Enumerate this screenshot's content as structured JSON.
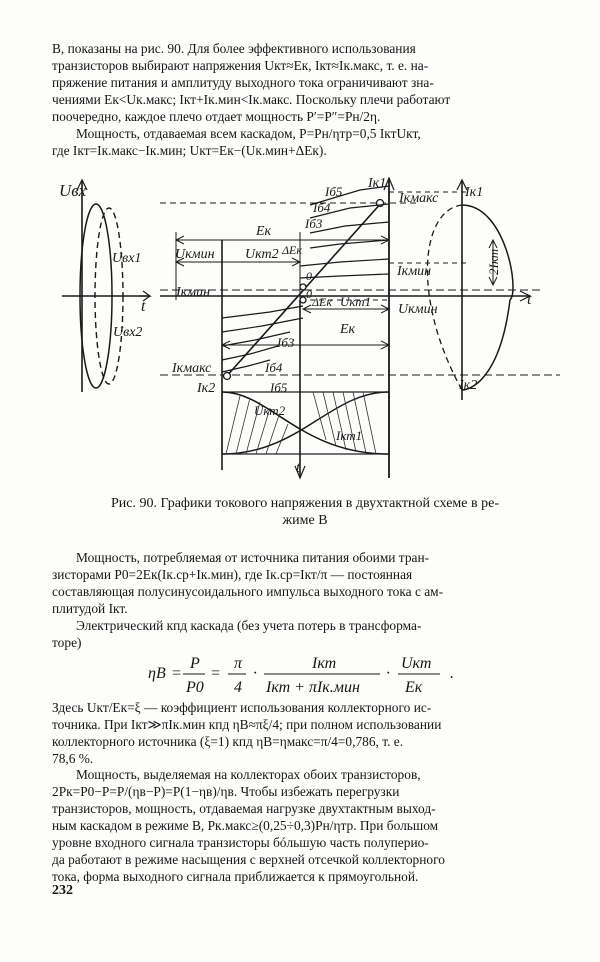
{
  "text_top": {
    "lines": [
      "В, показаны на рис. 90. Для более эффективного использования",
      "транзисторов выбирают напряжения Uкт≈Eк, Iкт≈Iк.макс, т. е. на-",
      "пряжение питания и амплитуду выходного тока ограничивают зна-",
      "чениями Eк<Uк.макс; Iкт+Iк.мин<Iк.макс. Поскольку плечи работают",
      "поочередно, каждое плечо отдает мощность P′=P″=Pн/2η.",
      "Мощность, отдаваемая всем каскадом, P=Pн/ηтр=0,5 IктUкт,",
      "где Iкт=Iк.макс−Iк.мин; Uкт=Eк−(Uк.мин+ΔEк)."
    ]
  },
  "figure": {
    "labels": {
      "u_bx": "Uвх",
      "u_bx1": "Uвх1",
      "u_bx2": "Uвх2",
      "t": "t",
      "i_k1": "Iк1",
      "i_kmaks_top": "Iкмакс",
      "i_b5_top": "Iб5",
      "i_b4_top": "Iб4",
      "i_b3_top": "Iб3",
      "e_k_top": "Eк",
      "u_kmin_left": "Uкмин",
      "u_km2": "Uкт2",
      "delta_ek_top": "ΔEк",
      "zero_top": "0",
      "i_kmin_mid": "Iкмин",
      "i_kmin_left": "Iкмин",
      "zero_mid": "0",
      "delta_ek_mid": "ΔEк",
      "u_km1": "Uкт1",
      "u_kmin_right": "Uкмин",
      "e_k_mid": "Eк",
      "i_b3_bot": "Iб3",
      "i_b4_bot": "Iб4",
      "i_b5_bot": "Iб5",
      "i_kmaks_left": "Iкмакс",
      "i_k2": "Iк2",
      "u_km2_low": "Uкт2",
      "i_km1": "Iкт1",
      "i_k1_right": "Iк1",
      "i_k2_right": "Iк2",
      "two_i_km": "2Iкт"
    }
  },
  "caption": {
    "lines": [
      "Рис. 90. Графики токового напряжения в двухтактной схеме в ре-",
      "жиме В"
    ]
  },
  "text_mid": {
    "lines": [
      "Мощность, потребляемая от источника питания обоими тран-",
      "зисторами P0=2Eк(Iк.ср+Iк.мин), где Iк.ср=Iкт/π — постоянная",
      "составляющая полусинусоидального импульса выходного тока с ам-",
      "плитудой Iкт."
    ]
  },
  "text_eff": {
    "lines": [
      "Электрический кпд каскада (без учета потерь в трансформа-",
      "торе)"
    ]
  },
  "formula": {
    "eta": "ηВ",
    "eq": "=",
    "p_num": "P",
    "p_den": "P0",
    "pi_num": "π",
    "pi_den": "4",
    "i_num": "Iкт",
    "i_den": "Iкт + πIк.мин",
    "u_num": "Uкт",
    "u_den": "Eк",
    "dot": "·",
    "end": "."
  },
  "text_after": {
    "lines": [
      "Здесь Uкт/Eк=ξ — коэффициент использования коллекторного ис-",
      "точника. При Iкт≫πIк.мин кпд ηВ≈πξ/4; при полном использовании",
      "коллекторного источника (ξ=1) кпд ηВ=ηмакс=π/4=0,786, т. е.",
      "78,6 %."
    ]
  },
  "text_bottom": {
    "lines": [
      "Мощность, выделяемая на коллекторах обоих транзисторов,",
      "2Pк=P0−P=P/(ηв−P)=P(1−ηв)/ηв. Чтобы избежать перегрузки",
      "транзисторов, мощность, отдаваемая нагрузке двухтактным выход-",
      "ным каскадом в режиме В, Pк.макс≥(0,25÷0,3)Pн/ηтр. При большом",
      "уровне входного сигнала транзисторы бóльшую часть полуперио-",
      "да работают в режиме насыщения с верхней отсечкой коллекторного",
      "тока, форма выходного сигнала приближается к прямоугольной."
    ]
  },
  "page_number": "232"
}
